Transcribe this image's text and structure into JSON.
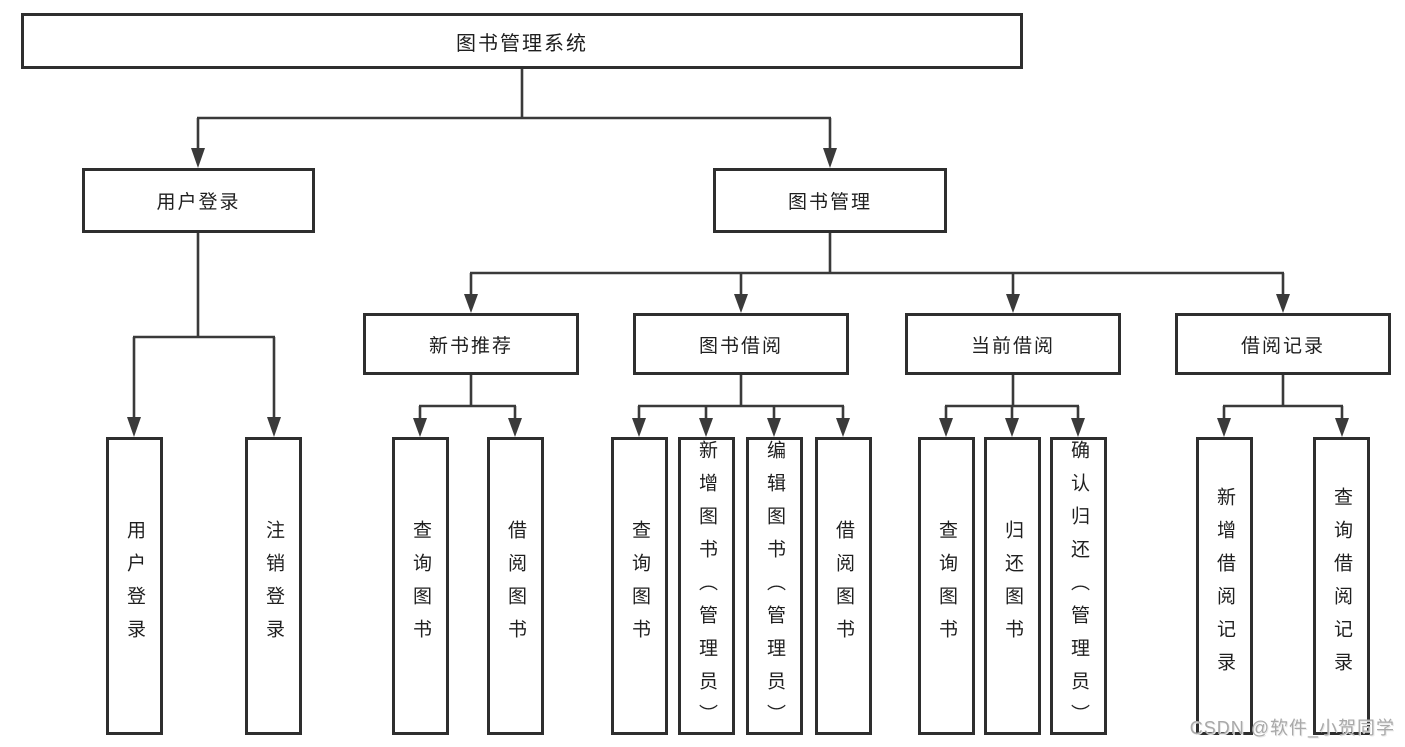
{
  "watermark": "CSDN @软件_小贺同学",
  "colors": {
    "background": "#ffffff",
    "line": "#3a3a3a",
    "box_border": "#2e2e2e",
    "text": "#1f1f1f",
    "watermark": "#a9a9a9"
  },
  "nodes": {
    "root": "图书管理系统",
    "l2": [
      "用户登录",
      "图书管理"
    ],
    "l3": [
      "新书推荐",
      "图书借阅",
      "当前借阅",
      "借阅记录"
    ],
    "leaf": [
      "用户登录",
      "注销登录",
      "查询图书",
      "借阅图书",
      "查询图书",
      "新增图书（管理员）",
      "编辑图书（管理员）",
      "借阅图书",
      "查询图书",
      "归还图书",
      "确认归还（管理员）",
      "新增借阅记录",
      "查询借阅记录"
    ]
  }
}
